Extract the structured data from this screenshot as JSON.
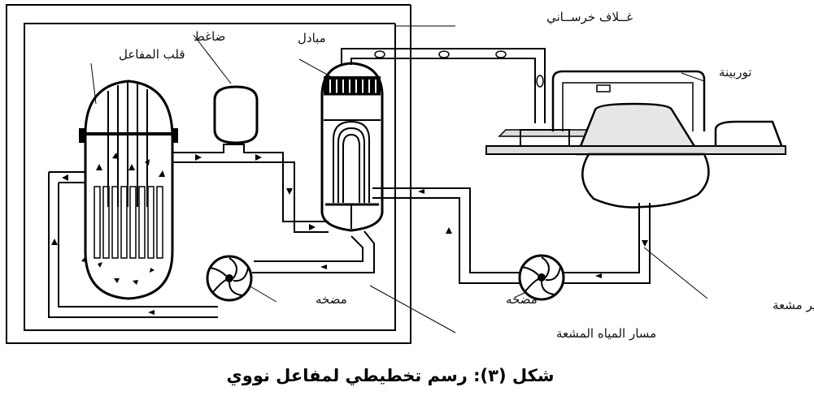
{
  "labels": {
    "concrete_shell": "غــلاف خرســاني",
    "pressurizer": "ضاغط",
    "exchanger": "مبادل",
    "reactor_core": "قلب المفاعل",
    "turbine": "توربينة",
    "pump_primary": "مضخه",
    "pump_secondary": "مضخه",
    "radioactive_path": "مسار المياه المشعة",
    "nonradioactive_path": "مسار المياه الغير مشعة"
  },
  "caption": "شكل (٣): رسم تخطيطي لمفاعل نووي",
  "colors": {
    "line": "#000000",
    "background": "#ffffff",
    "platform_fill": "#dcdcdc",
    "turbine_fill": "#e6e6e6"
  }
}
